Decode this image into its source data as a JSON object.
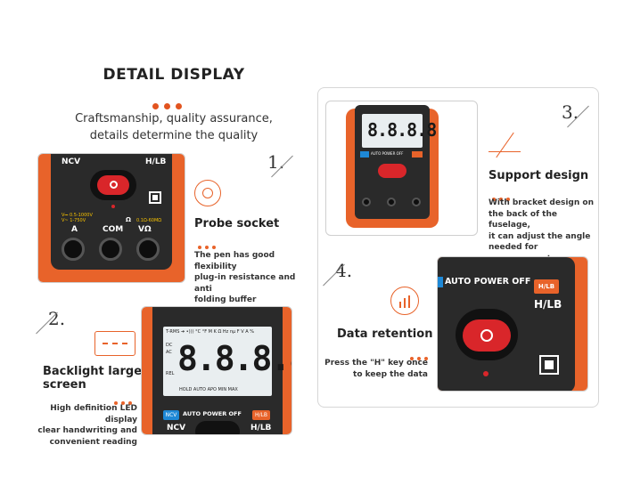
{
  "header": {
    "title": "DETAIL DISPLAY",
    "subtitle_line1": "Craftsmanship, quality assurance,",
    "subtitle_line2": "details determine the quality"
  },
  "features": [
    {
      "number": "1.",
      "title": "Probe socket",
      "lines": [
        "The pen has good flexibility",
        "plug-in resistance and anti",
        "folding buffer protection"
      ]
    },
    {
      "number": "2.",
      "title_line1": "Backlight large",
      "title_line2": "screen",
      "lines": [
        "High definition LED display",
        "clear handwriting and",
        "convenient reading"
      ]
    },
    {
      "number": "3.",
      "title": "Support design",
      "lines": [
        "With bracket design on",
        "the back of the fuselage,",
        "it can adjust the angle",
        "needed for measurement"
      ]
    },
    {
      "number": "4.",
      "title": "Data retention",
      "lines": [
        "Press the \"H\" key once",
        "to keep the data"
      ]
    }
  ],
  "device": {
    "ncv": "NCV",
    "hlb": "H/LB",
    "com": "COM",
    "amp": "A",
    "vohm": "VΩ",
    "digits": "8.8.8.8",
    "auto_power_off": "AUTO POWER OFF",
    "lcd_top": "T-RMS ➔ •))) °C °F M K Ω Hz nμ F V A %",
    "lcd_bottom": "HOLD AUTO APO MIN MAX",
    "lcd_left": [
      "DC",
      "AC",
      "REL"
    ]
  },
  "colors": {
    "accent": "#e2541f",
    "body_orange": "#e8632a",
    "body_dark": "#2a2a2a",
    "button_red": "#d9262a",
    "ncv_blue": "#1e88d6"
  }
}
